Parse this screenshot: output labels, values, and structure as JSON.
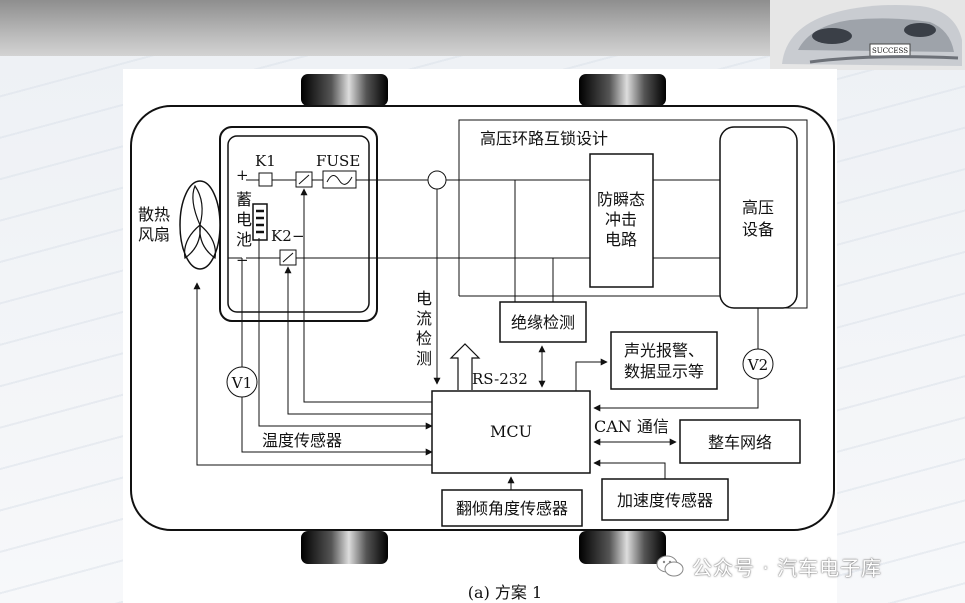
{
  "diagram": {
    "interlock_title": "高压环路互锁设计",
    "fan_label": [
      "散热",
      "风扇"
    ],
    "battery_label": [
      "蓄",
      "电",
      "池"
    ],
    "k1": "K1",
    "k2": "K2",
    "fuse": "FUSE",
    "plus": "+",
    "minus": "−",
    "k2_minus": "−",
    "current_detect": [
      "电",
      "流",
      "检",
      "测"
    ],
    "surge_circuit": [
      "防瞬态",
      "冲击",
      "电路"
    ],
    "hv_equipment": [
      "高压",
      "设备"
    ],
    "insulation_detect": "绝缘检测",
    "alarm_display": [
      "声光报警、",
      "数据显示等"
    ],
    "v1": "V1",
    "v2": "V2",
    "rs232": "RS-232",
    "mcu": "MCU",
    "can": "CAN 通信",
    "vehicle_network": "整车网络",
    "temp_sensor": "温度传感器",
    "tilt_sensor": "翻倾角度传感器",
    "accel_sensor": "加速度传感器",
    "caption": "(a) 方案 1"
  },
  "watermark": "公众号 · 汽车电子库",
  "car_plate": "SUCCESS"
}
